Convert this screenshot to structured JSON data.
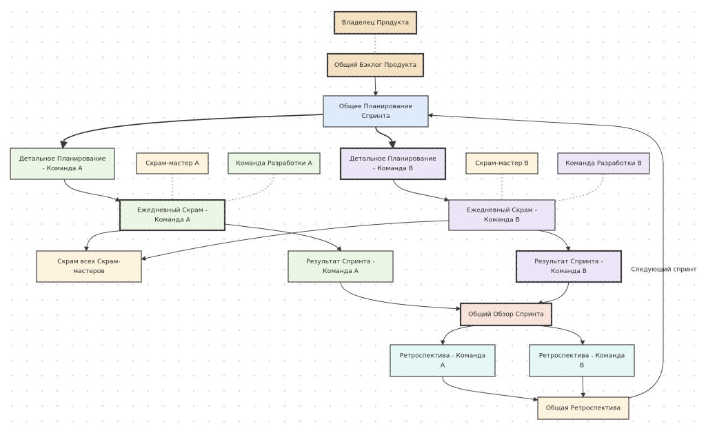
{
  "diagram": {
    "nodes": [
      {
        "id": "po",
        "lines": [
          "Владелец Продукта"
        ],
        "fill": "#f4dfbf",
        "stroke": "#3a3a3a",
        "thick": true
      },
      {
        "id": "backlog",
        "lines": [
          "Общий Бэклог Продукта"
        ],
        "fill": "#f4dfbf",
        "stroke": "#3a3a3a",
        "thick": true
      },
      {
        "id": "planning",
        "lines": [
          "Общее Планирование",
          "Спринта"
        ],
        "fill": "#ddeafc",
        "stroke": "#4a4a4a",
        "thick": false
      },
      {
        "id": "planA",
        "lines": [
          "Детальное Планирование",
          "- Команда А"
        ],
        "fill": "#eaf6e3",
        "stroke": "#4a4a4a",
        "thick": false
      },
      {
        "id": "smA",
        "lines": [
          "Скрам-мастер А"
        ],
        "fill": "#fdf2db",
        "stroke": "#4a4a4a",
        "thick": false
      },
      {
        "id": "devA",
        "lines": [
          "Команда Разработки А"
        ],
        "fill": "#eaf6e3",
        "stroke": "#4a4a4a",
        "thick": false
      },
      {
        "id": "planB",
        "lines": [
          "Детальное Планирование",
          "- Команда В"
        ],
        "fill": "#ebe4f7",
        "stroke": "#3a3a3a",
        "thick": true
      },
      {
        "id": "smB",
        "lines": [
          "Скрам-мастер В"
        ],
        "fill": "#fdf2db",
        "stroke": "#4a4a4a",
        "thick": false
      },
      {
        "id": "devB",
        "lines": [
          "Команда Разработки В"
        ],
        "fill": "#ebe4f7",
        "stroke": "#4a4a4a",
        "thick": false
      },
      {
        "id": "dailyA",
        "lines": [
          "Ежедневный Скрам -",
          "Команда А"
        ],
        "fill": "#eaf6e3",
        "stroke": "#3a3a3a",
        "thick": true
      },
      {
        "id": "dailyB",
        "lines": [
          "Ежедневный Скрам -",
          "Команда В"
        ],
        "fill": "#ebe4f7",
        "stroke": "#4a4a4a",
        "thick": false
      },
      {
        "id": "sos",
        "lines": [
          "Скрам всех Скрам-",
          "мастеров"
        ],
        "fill": "#fdf2db",
        "stroke": "#4a4a4a",
        "thick": false
      },
      {
        "id": "resA",
        "lines": [
          "Результат Спринта -",
          "Команда А"
        ],
        "fill": "#eaf6e3",
        "stroke": "#4a4a4a",
        "thick": false
      },
      {
        "id": "resB",
        "lines": [
          "Результат Спринта -",
          "Команда В"
        ],
        "fill": "#ebe4f7",
        "stroke": "#3a3a3a",
        "thick": true
      },
      {
        "id": "review",
        "lines": [
          "Общий Обзор Спринта"
        ],
        "fill": "#f8e2d8",
        "stroke": "#3a3a3a",
        "thick": true
      },
      {
        "id": "retroA",
        "lines": [
          "Ретроспектива - Команда",
          "А"
        ],
        "fill": "#e4f7f6",
        "stroke": "#4a4a4a",
        "thick": false
      },
      {
        "id": "retroB",
        "lines": [
          "Ретроспектива - Команда",
          "В"
        ],
        "fill": "#e4f7f6",
        "stroke": "#4a4a4a",
        "thick": false
      },
      {
        "id": "retro",
        "lines": [
          "Общая Ретроспектива"
        ],
        "fill": "#fdf2db",
        "stroke": "#4a4a4a",
        "thick": false
      }
    ],
    "edges": [
      {
        "id": "po-backlog",
        "style": "dotted",
        "arrow": false
      },
      {
        "id": "backlog-planning",
        "style": "solid",
        "arrow": true
      },
      {
        "id": "planning-planA",
        "style": "heavy",
        "arrow": true
      },
      {
        "id": "planning-planB",
        "style": "heavy",
        "arrow": true
      },
      {
        "id": "planA-dailyA",
        "style": "solid",
        "arrow": true
      },
      {
        "id": "smA-dailyA",
        "style": "dotted",
        "arrow": false
      },
      {
        "id": "devA-dailyA",
        "style": "dotted",
        "arrow": false
      },
      {
        "id": "planB-dailyB",
        "style": "solid",
        "arrow": true
      },
      {
        "id": "smB-dailyB",
        "style": "dotted",
        "arrow": false
      },
      {
        "id": "devB-dailyB",
        "style": "dotted",
        "arrow": false
      },
      {
        "id": "dailyA-sos",
        "style": "solid",
        "arrow": true
      },
      {
        "id": "dailyB-sos",
        "style": "solid",
        "arrow": true
      },
      {
        "id": "dailyA-resA",
        "style": "solid",
        "arrow": true
      },
      {
        "id": "dailyB-resB",
        "style": "solid",
        "arrow": true
      },
      {
        "id": "resA-review",
        "style": "solid",
        "arrow": true
      },
      {
        "id": "resB-review",
        "style": "solid",
        "arrow": true
      },
      {
        "id": "review-retroA",
        "style": "solid",
        "arrow": true
      },
      {
        "id": "review-retroB",
        "style": "solid",
        "arrow": true
      },
      {
        "id": "retroA-retro",
        "style": "solid",
        "arrow": true
      },
      {
        "id": "retroB-retro",
        "style": "solid",
        "arrow": true
      },
      {
        "id": "retro-planning",
        "style": "solid",
        "arrow": true,
        "label": "Следующий спринт"
      }
    ]
  }
}
